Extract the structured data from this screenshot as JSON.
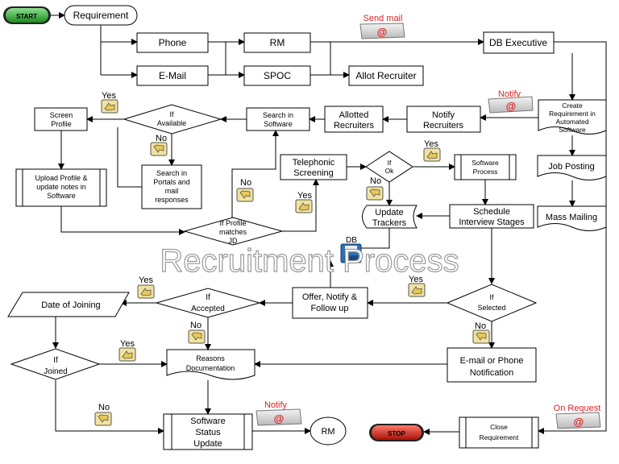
{
  "nodes": {
    "start": "START",
    "stop": "STOP",
    "requirement": "Requirement",
    "phone": "Phone",
    "email": "E-Mail",
    "rm_top": "RM",
    "spoc": "SPOC",
    "allot_recruiter": "Allot Recruiter",
    "db_executive": "DB Executive",
    "create_req": [
      "Create",
      "Requirement in",
      "Automated",
      "Software"
    ],
    "job_posting": "Job Posting",
    "mass_mailing": "Mass Mailing",
    "notify_recruiters": [
      "Notify",
      "Recruiters"
    ],
    "allotted_recruiters": [
      "Allotted",
      "Recruiters"
    ],
    "search_software": [
      "Search in",
      "Software"
    ],
    "if_available": [
      "If",
      "Available"
    ],
    "screen_profile": [
      "Screen",
      "Profile"
    ],
    "upload_profile": [
      "Upload Profile &",
      "update notes in",
      "Software"
    ],
    "search_portals": [
      "Search in",
      "Portals and",
      "mail",
      "responses"
    ],
    "if_profile_matches": [
      "If Profile",
      "matches",
      "JD"
    ],
    "telephonic_screening": [
      "Telephonic",
      "Screening"
    ],
    "if_ok": [
      "If",
      "Ok"
    ],
    "software_process": [
      "Software",
      "Process"
    ],
    "update_trackers": [
      "Update",
      "Trackers"
    ],
    "schedule_interview": [
      "Schedule",
      "Interview Stages"
    ],
    "db": "DB",
    "offer_notify": [
      "Offer, Notify &",
      "Follow up"
    ],
    "if_selected": [
      "If",
      "Selected"
    ],
    "if_accepted": [
      "If",
      "Accepted"
    ],
    "date_of_joining": "Date of Joining",
    "if_joined": [
      "If",
      "Joined"
    ],
    "reasons_doc": [
      "Reasons",
      "Documentation"
    ],
    "email_phone_notif": [
      "E-mail or Phone",
      "Notification"
    ],
    "software_status": [
      "Software",
      "Status",
      "Update"
    ],
    "rm_bottom": "RM",
    "close_req": [
      "Close",
      "Requirement"
    ]
  },
  "labels": {
    "send_mail": "Send mail",
    "notify_top": "Notify",
    "notify_bottom": "Notify",
    "on_request": "On Request",
    "yes": "Yes",
    "no": "No"
  },
  "watermark": "Recruitment Process",
  "colors": {
    "start_green": "#3cb043",
    "stop_red": "#d9241c",
    "label_red": "#dd2222",
    "thumb_yellow": "#f1e2a0"
  }
}
